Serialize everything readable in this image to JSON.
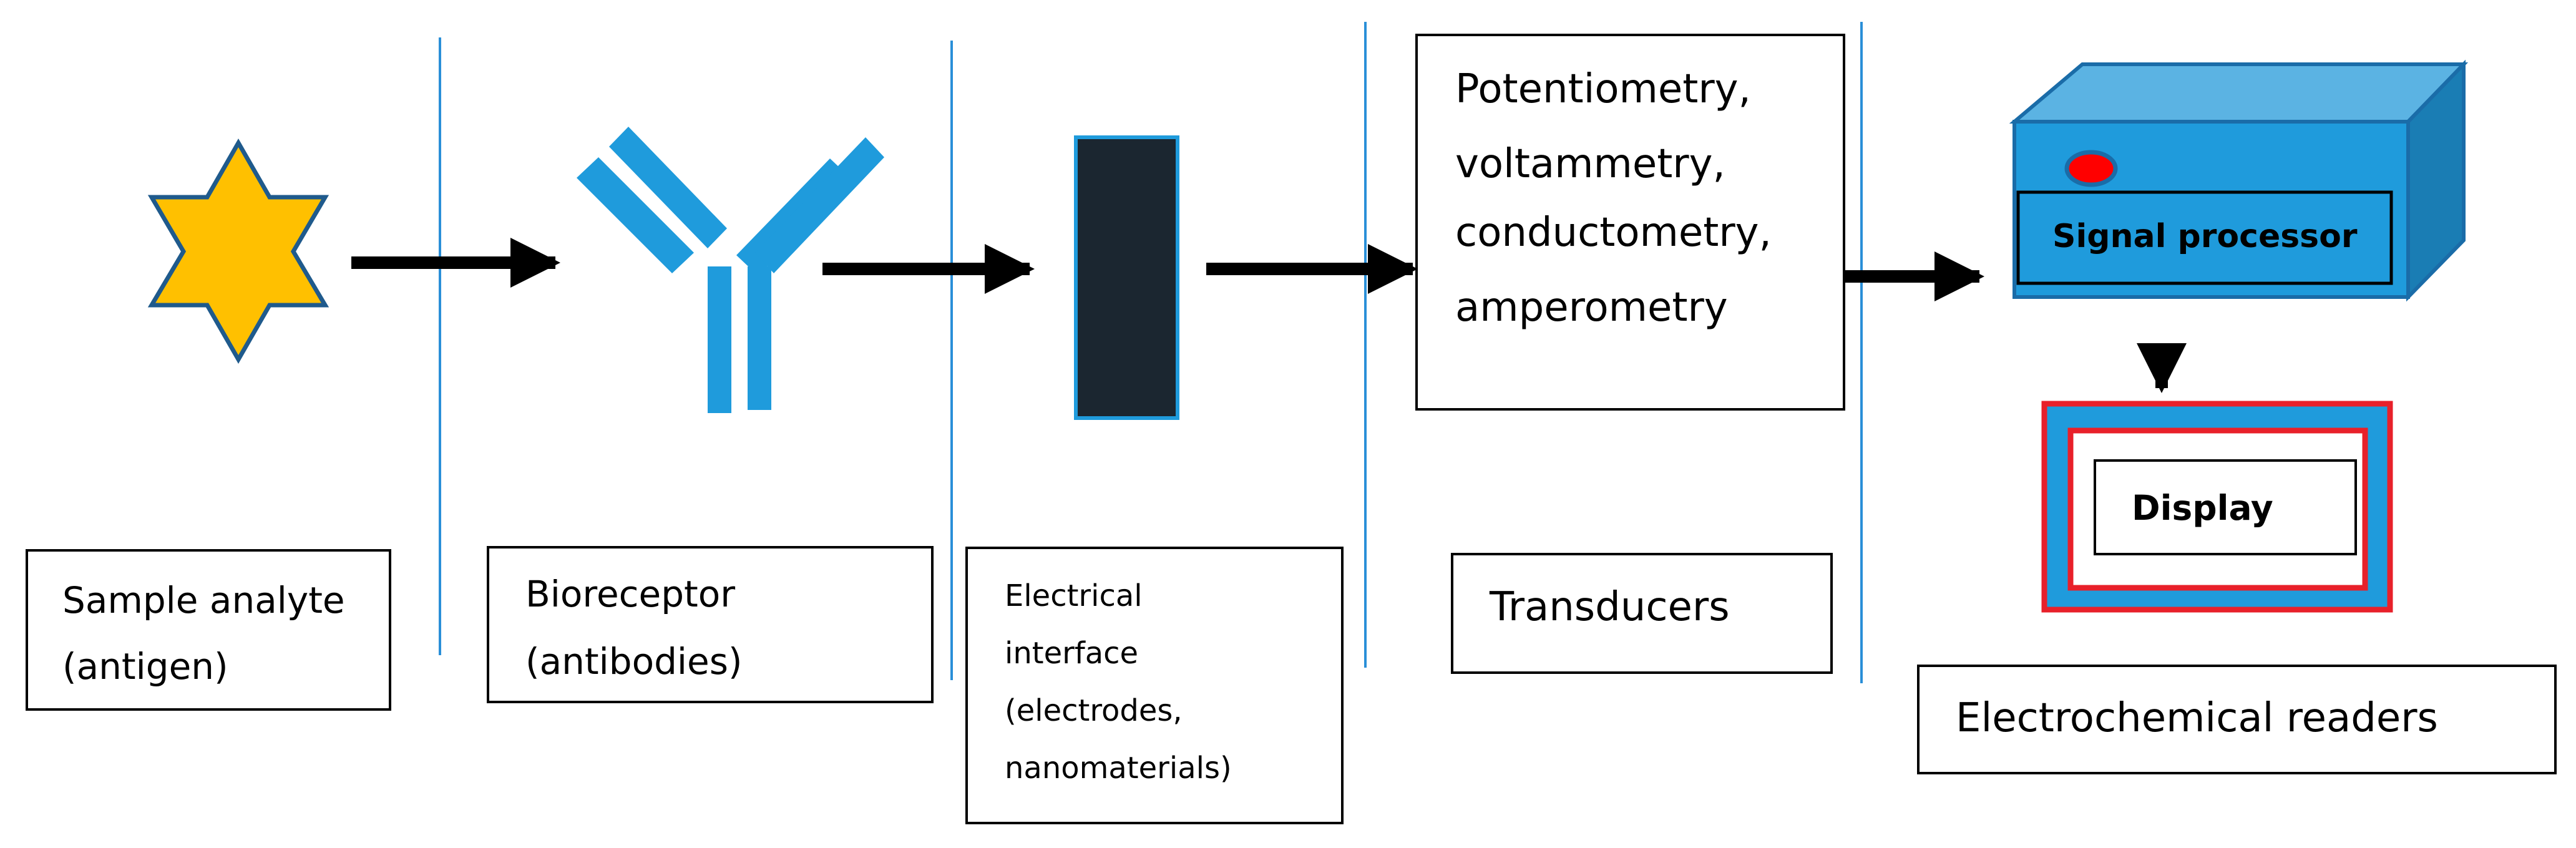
{
  "labels": {
    "sample_1": "Sample analyte",
    "sample_2": "(antigen)",
    "bioreceptor_1": "Bioreceptor",
    "bioreceptor_2": "(antibodies)",
    "interface_1": "Electrical",
    "interface_2": "interface",
    "interface_3": "(electrodes,",
    "interface_4": "nanomaterials)",
    "methods_1": "Potentiometry,",
    "methods_2": "voltammetry,",
    "methods_3": "conductometry,",
    "methods_4": "amperometry",
    "transducers": "Transducers",
    "signal_processor": "Signal processor",
    "display": "Display",
    "readers": "Electrochemical readers"
  },
  "icons": [
    "star-icon",
    "antibody-icon",
    "electrode-icon",
    "signal-processor-icon",
    "display-icon"
  ],
  "colors": {
    "star_fill": "#FFC000",
    "star_stroke": "#1F5A8C",
    "antibody": "#1F9BDC",
    "electrode_fill": "#1B2630",
    "electrode_stroke": "#1F9BDC",
    "separator": "#2A8FD8",
    "device_front": "#1F9BDC",
    "device_top": "#5BB3E3",
    "device_side": "#1A7DB4",
    "device_edge": "#1A6CA8",
    "indicator": "#FF0000",
    "display_border": "#E8202A",
    "arrow": "#000000"
  }
}
